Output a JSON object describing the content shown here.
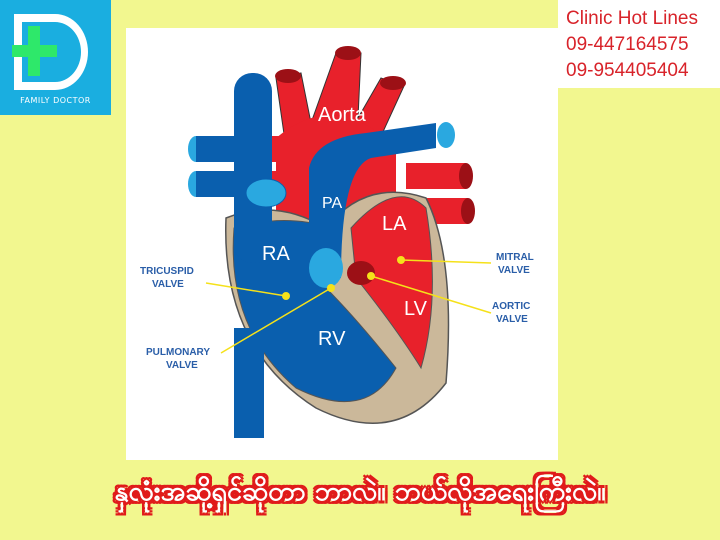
{
  "logo": {
    "text": "FAMILY DOCTOR",
    "brand_color": "#1aaee0",
    "cross_color": "#2ee86a"
  },
  "hotlines": {
    "title": "Clinic Hot Lines",
    "phones": [
      "09-447164575",
      "09-954405404"
    ]
  },
  "diagram": {
    "labels": {
      "aorta": "Aorta",
      "pa": "PA",
      "la": "LA",
      "ra": "RA",
      "lv": "LV",
      "rv": "RV"
    },
    "valves": {
      "tricuspid": [
        "TRICUSPID",
        "VALVE"
      ],
      "pulmonary": [
        "PULMONARY",
        "VALVE"
      ],
      "mitral": [
        "MITRAL",
        "VALVE"
      ],
      "aortic": [
        "AORTIC",
        "VALVE"
      ]
    },
    "colors": {
      "oxygenated": "#e8212b",
      "deoxygenated": "#0a5fae",
      "wall": "#cbb89a"
    }
  },
  "caption": "နှလုံးအဆို့ရှင်ဆိုတာ ဘာလဲ။ ဘယ်လိုအရေးကြီးလဲ။"
}
